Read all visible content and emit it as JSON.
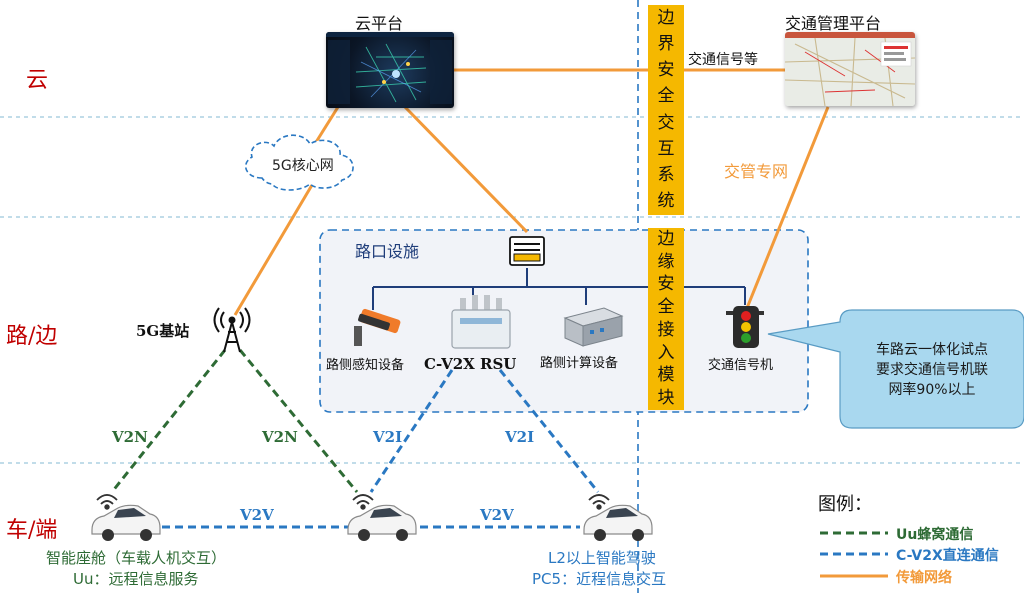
{
  "layers": {
    "cloud": "云",
    "road_edge": "路/边",
    "vehicle_terminal": "车/端"
  },
  "nodes": {
    "cloud_platform": "云平台",
    "traffic_mgmt_platform": "交通管理平台",
    "core_network": "5G核心网",
    "base_station": "5G基站",
    "intersection_facility": "路口设施",
    "roadside_sensor": "路侧感知设备",
    "rsu": "C-V2X RSU",
    "roadside_compute": "路侧计算设备",
    "traffic_signal": "交通信号机"
  },
  "boundary_system": [
    "边",
    "界",
    "安",
    "全",
    "交",
    "互",
    "系",
    "统"
  ],
  "edge_access_module": [
    "边",
    "缘",
    "安",
    "全",
    "接",
    "入",
    "模",
    "块"
  ],
  "links": {
    "traffic_signal_etc": "交通信号等",
    "traffic_private_network": "交管专网",
    "v2n_left": "V2N",
    "v2n_right": "V2N",
    "v2i_left": "V2I",
    "v2i_right": "V2I",
    "v2v_left": "V2V",
    "v2v_right": "V2V"
  },
  "callout": {
    "lines": [
      "车路云一体化试点",
      "要求交通信号机联",
      "网率90%以上"
    ]
  },
  "vehicles": {
    "left_line1": "智能座舱（车载人机交互）",
    "left_line2": "Uu：远程信息服务",
    "right_line1": "L2以上智能驾驶",
    "right_line2": "PC5：近程信息交互"
  },
  "legend": {
    "title": "图例：",
    "uu": "Uu蜂窝通信",
    "v2x": "C-V2X直连通信",
    "transport": "传输网络"
  },
  "colors": {
    "uu_green": "#2e6b35",
    "v2x_blue": "#2a78c2",
    "transport_orange": "#f29a3a",
    "layer_red": "#c00000",
    "bar_yellow": "#f5b800",
    "callout_fill": "#a9d8ef"
  }
}
